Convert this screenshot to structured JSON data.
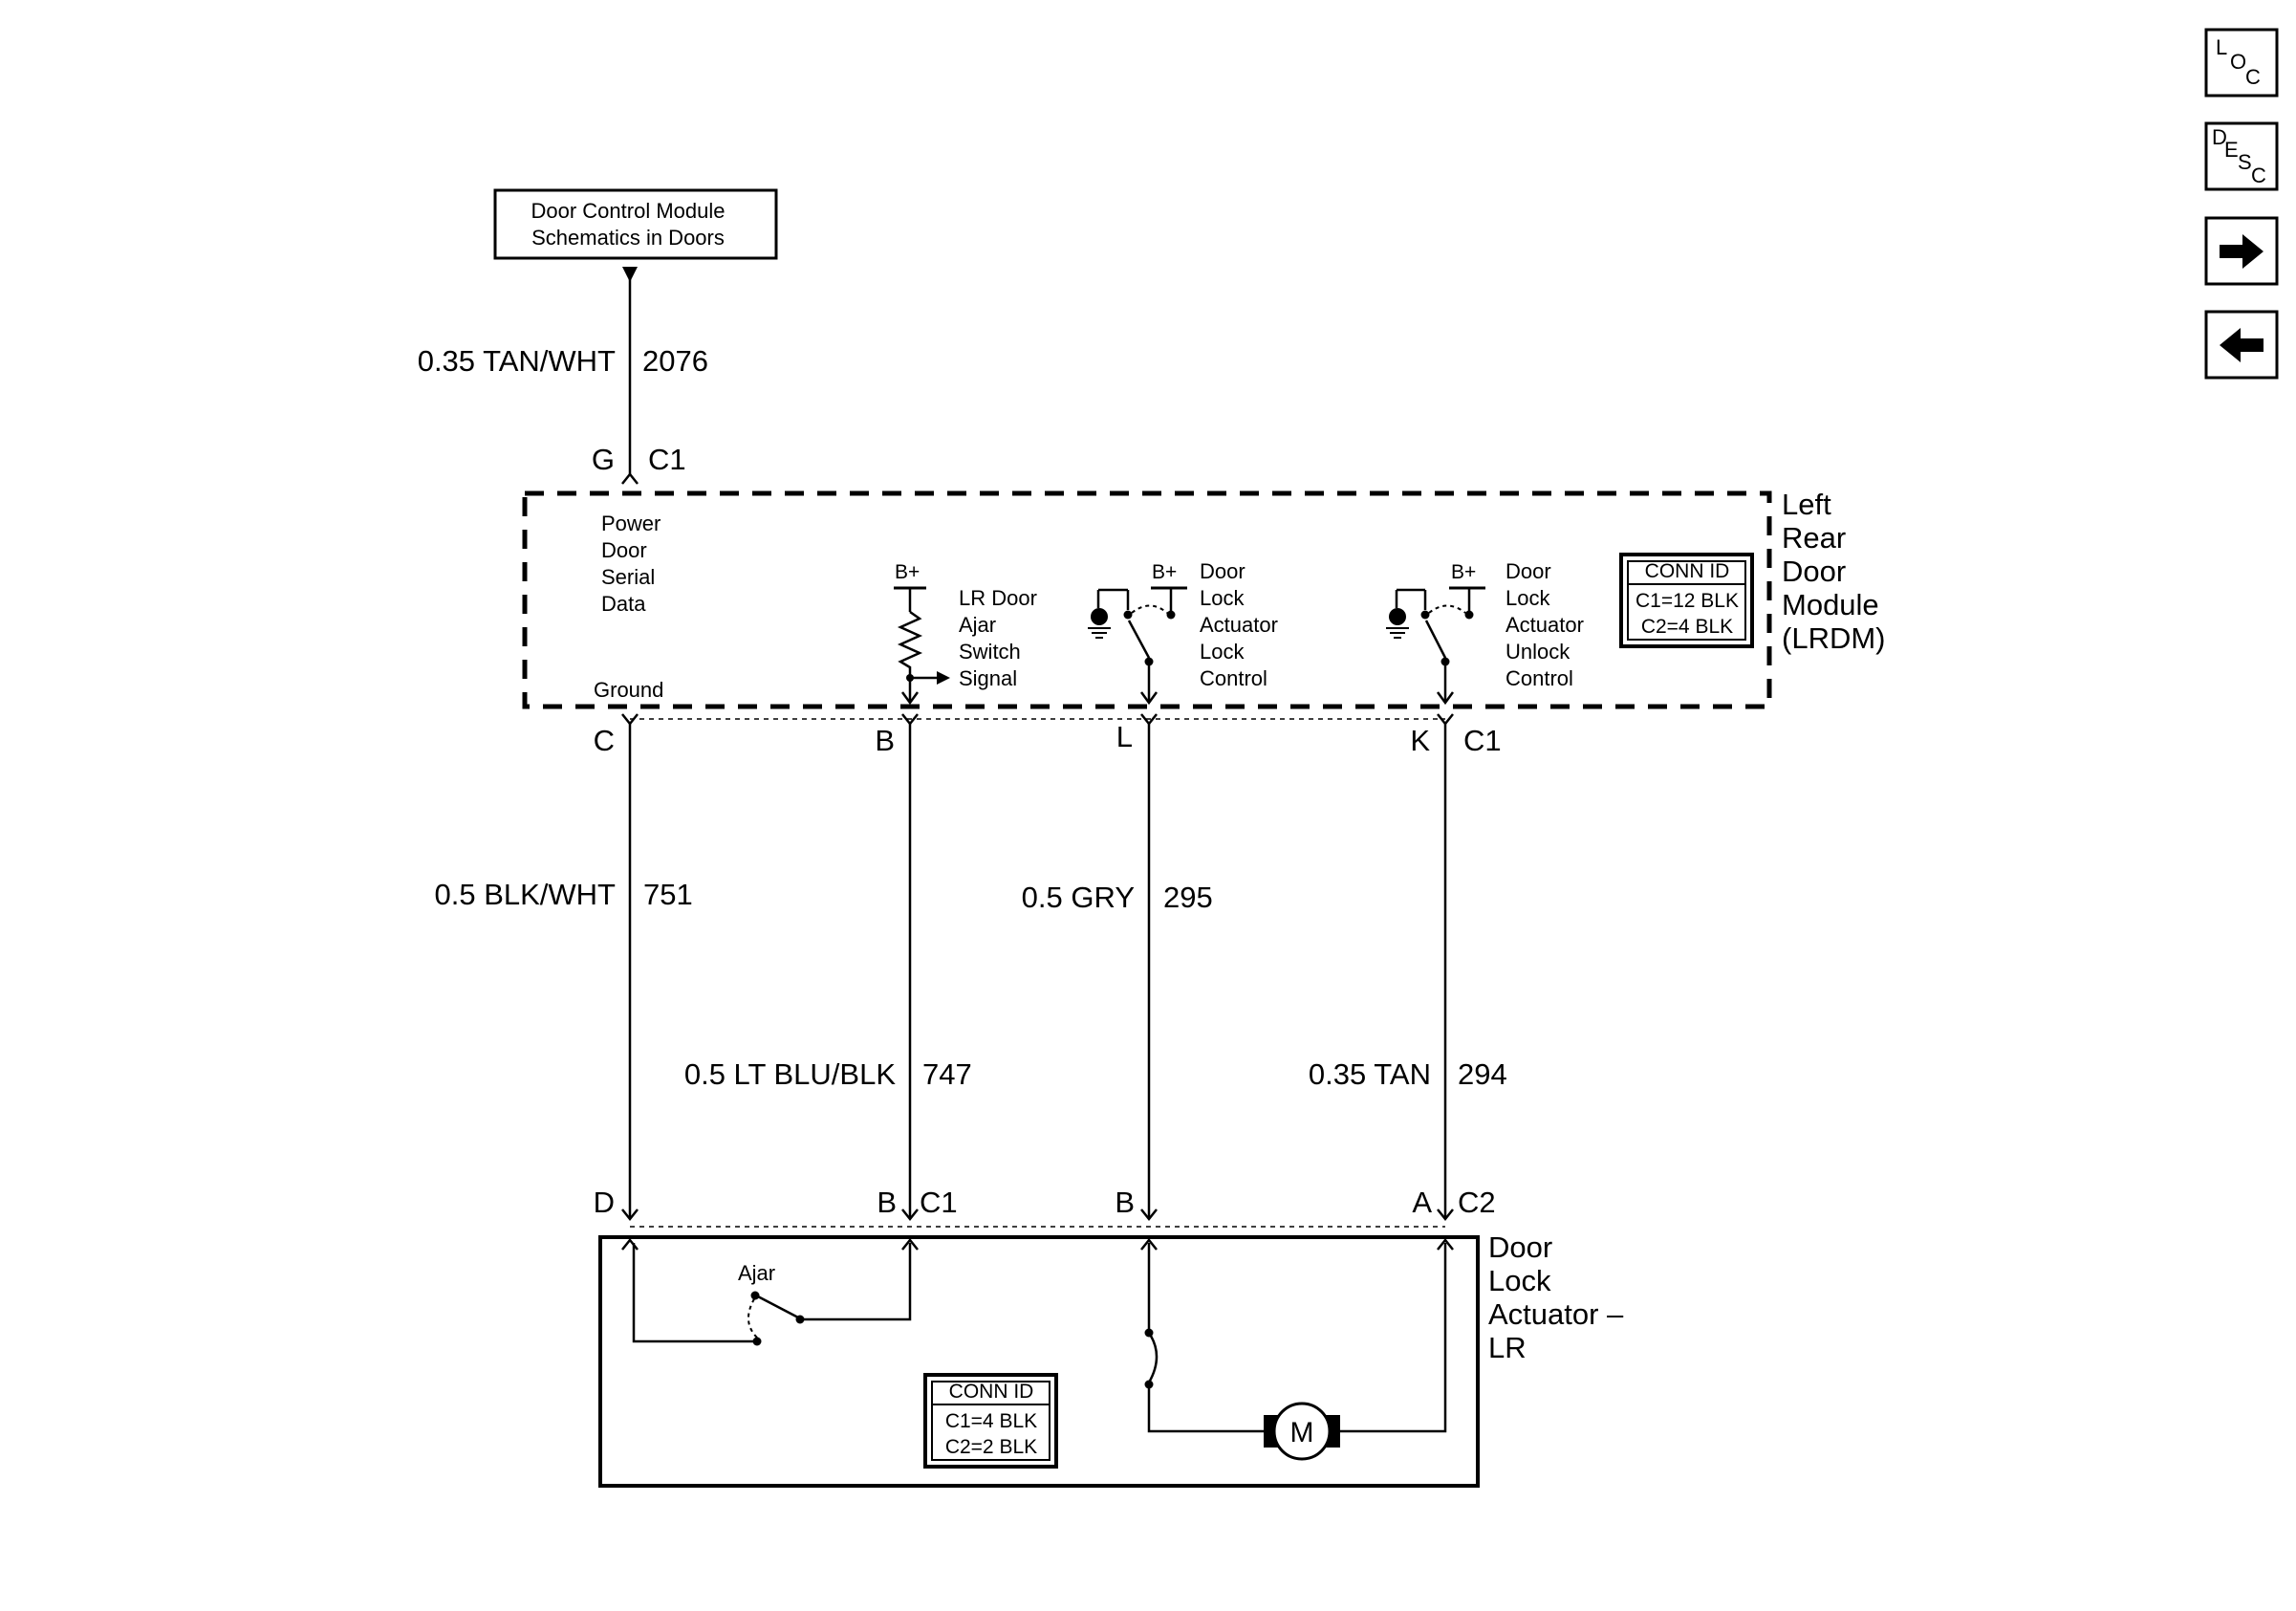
{
  "nav": {
    "loc_letters": [
      "L",
      "O",
      "C"
    ],
    "desc_letters": [
      "D",
      "E",
      "S",
      "C"
    ],
    "forward_icon": "arrow-right-icon",
    "back_icon": "arrow-left-icon"
  },
  "ref_box": {
    "line1": "Door Control Module",
    "line2": "Schematics in Doors"
  },
  "top_wire": {
    "gauge_color": "0.35 TAN/WHT",
    "circuit": "2076",
    "pin": "G",
    "connector": "C1"
  },
  "lrdm": {
    "title": [
      "Left",
      "Rear",
      "Door",
      "Module",
      "(LRDM)"
    ],
    "serial_label": [
      "Power",
      "Door",
      "Serial",
      "Data"
    ],
    "ground_label": "Ground",
    "bplus": "B+",
    "ajar_label": [
      "LR Door",
      "Ajar",
      "Switch",
      "Signal"
    ],
    "lock_label": [
      "Door",
      "Lock",
      "Actuator",
      "Lock",
      "Control"
    ],
    "unlock_label": [
      "Door",
      "Lock",
      "Actuator",
      "Unlock",
      "Control"
    ],
    "conn_id": {
      "header": "CONN ID",
      "rows": [
        "C1=12 BLK",
        "C2=4 BLK"
      ]
    },
    "pins": [
      "C",
      "B",
      "L",
      "K"
    ],
    "connector": "C1"
  },
  "wires": [
    {
      "gauge_color": "0.5 BLK/WHT",
      "circuit": "751"
    },
    {
      "gauge_color": "0.5 LT BLU/BLK",
      "circuit": "747"
    },
    {
      "gauge_color": "0.5 GRY",
      "circuit": "295"
    },
    {
      "gauge_color": "0.35 TAN",
      "circuit": "294"
    }
  ],
  "actuator": {
    "title": [
      "Door",
      "Lock",
      "Actuator –",
      "LR"
    ],
    "pins_c1": [
      "D",
      "B"
    ],
    "connector_c1": "C1",
    "pins_c2": [
      "B",
      "A"
    ],
    "connector_c2": "C2",
    "ajar_label": "Ajar",
    "motor_label": "M",
    "conn_id": {
      "header": "CONN ID",
      "rows": [
        "C1=4 BLK",
        "C2=2 BLK"
      ]
    }
  }
}
